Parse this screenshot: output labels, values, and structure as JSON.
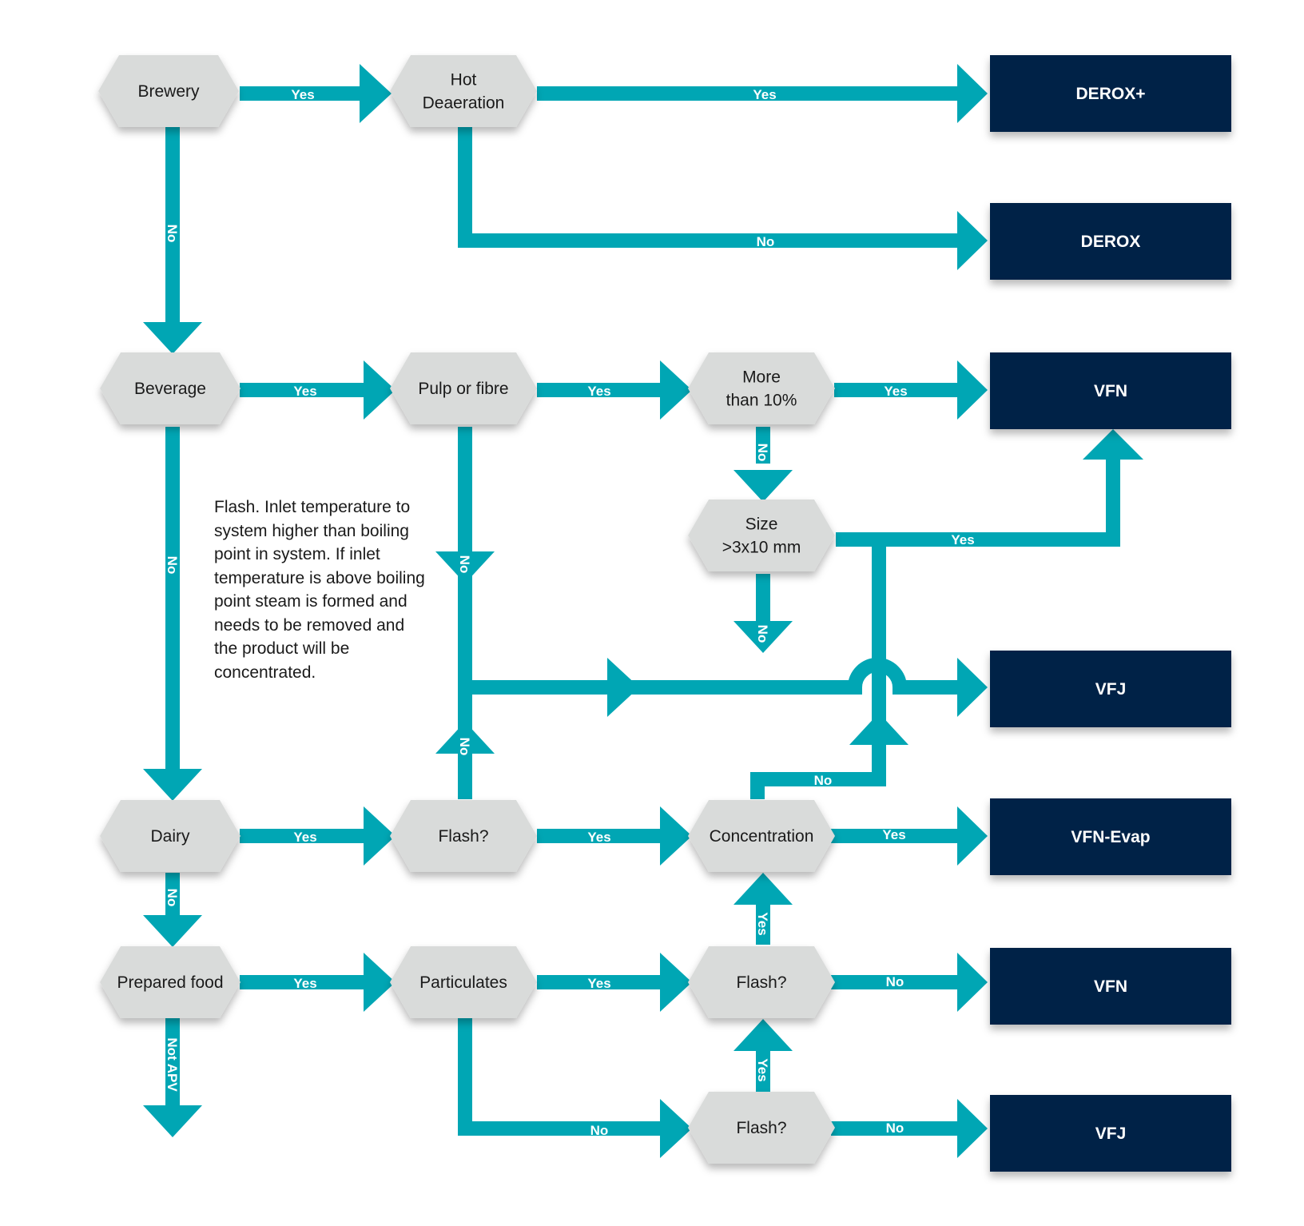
{
  "colors": {
    "arrow": "#00a6b4",
    "decision": "#d9dbda",
    "outcome": "#002147"
  },
  "decisions": {
    "brewery": [
      "Brewery"
    ],
    "hot_deaeration": [
      "Hot",
      "Deaeration"
    ],
    "beverage": [
      "Beverage"
    ],
    "pulp_or_fibre": [
      "Pulp or fibre"
    ],
    "more_than_10": [
      "More",
      "than 10%"
    ],
    "size": [
      "Size",
      ">3x10 mm"
    ],
    "dairy": [
      "Dairy"
    ],
    "flash_dairy": [
      "Flash?"
    ],
    "concentration": [
      "Concentration"
    ],
    "prepared_food": [
      "Prepared food"
    ],
    "particulates": [
      "Particulates"
    ],
    "flash_particulates_yes": [
      "Flash?"
    ],
    "flash_particulates_no": [
      "Flash?"
    ]
  },
  "outcomes": {
    "derox_plus": "DEROX+",
    "derox": "DEROX",
    "vfn_beverage": "VFN",
    "vfj_beverage": "VFJ",
    "vfn_evap": "VFN-Evap",
    "vfn_food": "VFN",
    "vfj_food": "VFJ"
  },
  "edge_labels": {
    "yes": "Yes",
    "no": "No",
    "not_apv": "Not APV"
  },
  "note": "Flash. Inlet temperature to system higher than boiling point in system. If inlet temperature is above boiling point steam is formed and needs to be removed and the product will be concentrated."
}
